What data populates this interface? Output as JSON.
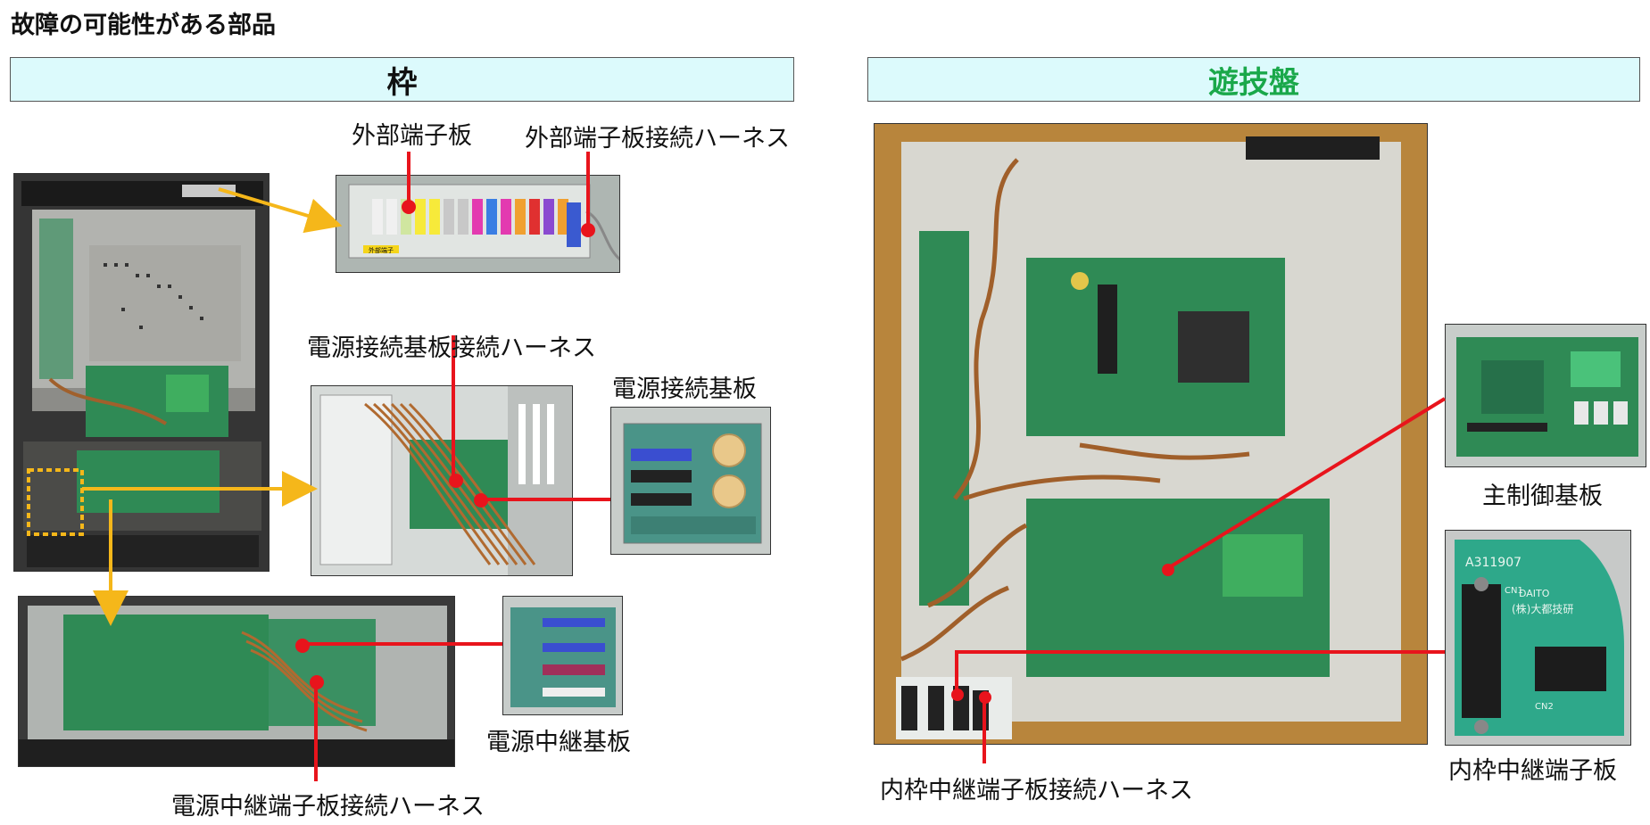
{
  "page": {
    "title": "故障の可能性がある部品"
  },
  "sections": {
    "left": {
      "heading": "枠",
      "heading_color": "#111111"
    },
    "right": {
      "heading": "遊技盤",
      "heading_color": "#1aa84a"
    }
  },
  "labels": {
    "external_terminal_board": "外部端子板",
    "external_terminal_harness": "外部端子板接続ハーネス",
    "power_connection_harness": "電源接続基板接続ハーネス",
    "power_connection_board": "電源接続基板",
    "power_relay_board": "電源中継基板",
    "power_relay_harness": "電源中継端子板接続ハーネス",
    "main_control_board": "主制御基板",
    "inner_frame_relay_board": "内枠中継端子板",
    "inner_frame_relay_harness": "内枠中継端子板接続ハーネス"
  },
  "photo_text": {
    "connector_sticker": "外部端子",
    "part_number": "A311907",
    "maker": "(株)大都技研",
    "connector_cn1": "CN1",
    "connector_cn2": "CN2",
    "brand": "DAITO"
  },
  "colors": {
    "pointer_red": "#e8141c",
    "arrow_orange": "#f5b71a",
    "header_bg": "#dcfafc",
    "pcb_green": "#2f8a55"
  }
}
